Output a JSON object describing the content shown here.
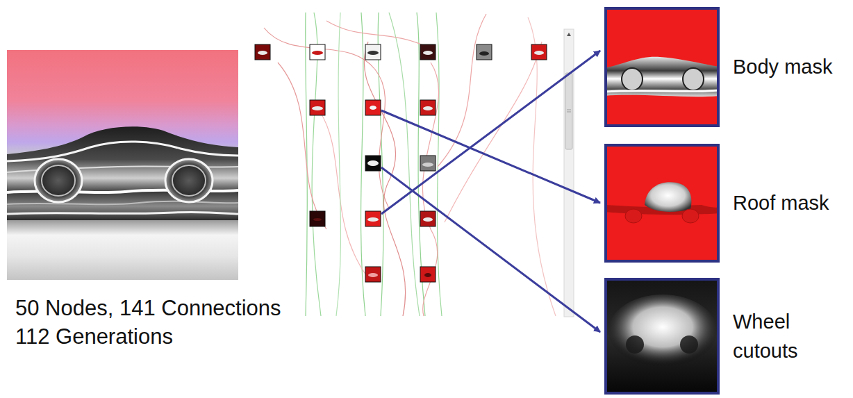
{
  "diagram": {
    "nodes": [
      {
        "text": [
          "Body mask"
        ]
      },
      {
        "text": [
          "Roof mask"
        ]
      },
      {
        "text": [
          "Wheel cutouts"
        ]
      }
    ],
    "labels": [
      "50 Nodes, 141 Connections",
      "112 Generations"
    ]
  }
}
